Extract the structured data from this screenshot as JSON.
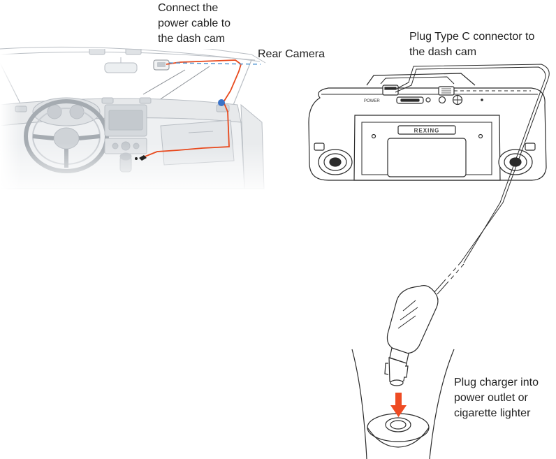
{
  "labels": {
    "connect_cable": [
      "Connect the",
      "power cable to",
      "the dash cam"
    ],
    "rear_camera": "Rear Camera",
    "type_c": [
      "Plug Type C connector to",
      "the dash cam"
    ],
    "charger": [
      "Plug charger into",
      "power outlet or",
      "cigarette lighter"
    ]
  },
  "device": {
    "brand": "REXING",
    "power_port_label": "POWER"
  },
  "colors": {
    "cable": "#e8491d",
    "connection_dot": "#3b73c8",
    "rear_cable": "#5a9bd4",
    "arrow": "#ee4b23",
    "line_art": "#2b2b2b",
    "interior": "#c9cdd2"
  }
}
